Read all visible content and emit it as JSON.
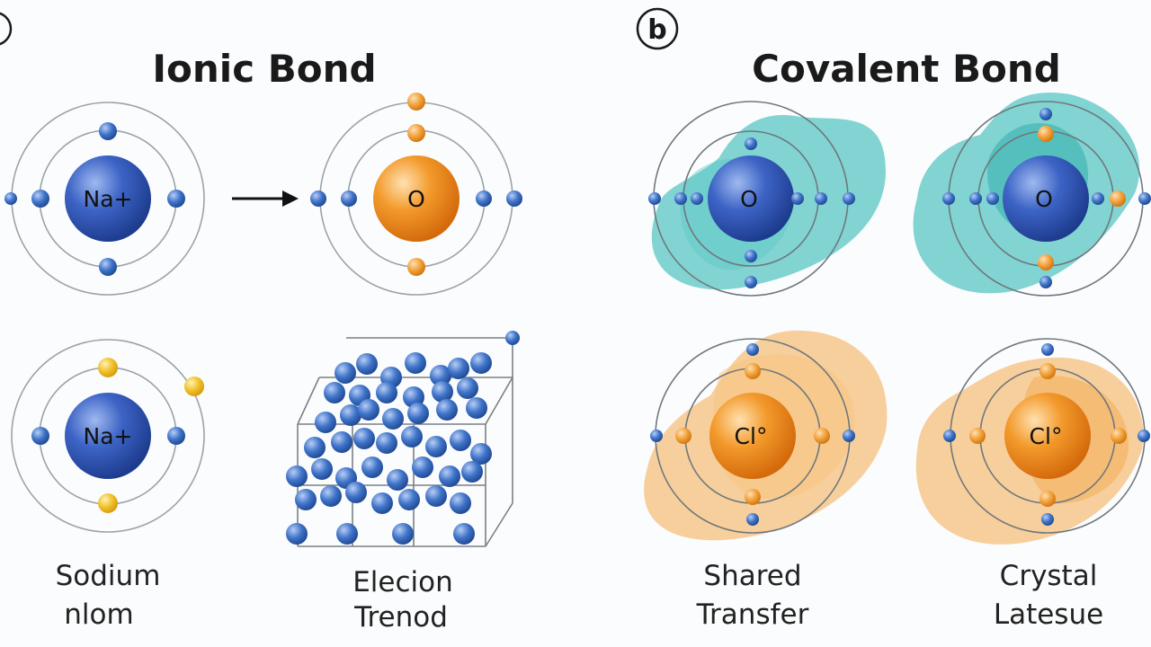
{
  "panel_labels": {
    "left": "",
    "right": "b"
  },
  "titles": {
    "ionic": "Ionic Bond",
    "covalent": "Covalent Bond"
  },
  "atoms": {
    "na_top": "Na+",
    "o_ionic": "O",
    "na_bottom": "Na+",
    "o_cov_left": "O",
    "o_cov_right": "O",
    "cl_left": "Cl°",
    "cl_right": "Cl°"
  },
  "captions": {
    "sodium": [
      "Sodium",
      "nlom"
    ],
    "electron": [
      "Elecion",
      "Trenod"
    ],
    "shared": [
      "Shared",
      "Transfer"
    ],
    "crystal": [
      "Crystal",
      "Latesue"
    ]
  },
  "colors": {
    "blue_nucleus": "#2f56b8",
    "orange_nucleus": "#f08a1c",
    "blue_electron": "#3f74c9",
    "orange_electron": "#f2a23c",
    "yellow_electron": "#f1c12c",
    "teal_cloud": "#3fbfbc",
    "orange_cloud": "#f5b15c"
  },
  "icons": {
    "transfer_arrow": "right-arrow-icon"
  }
}
